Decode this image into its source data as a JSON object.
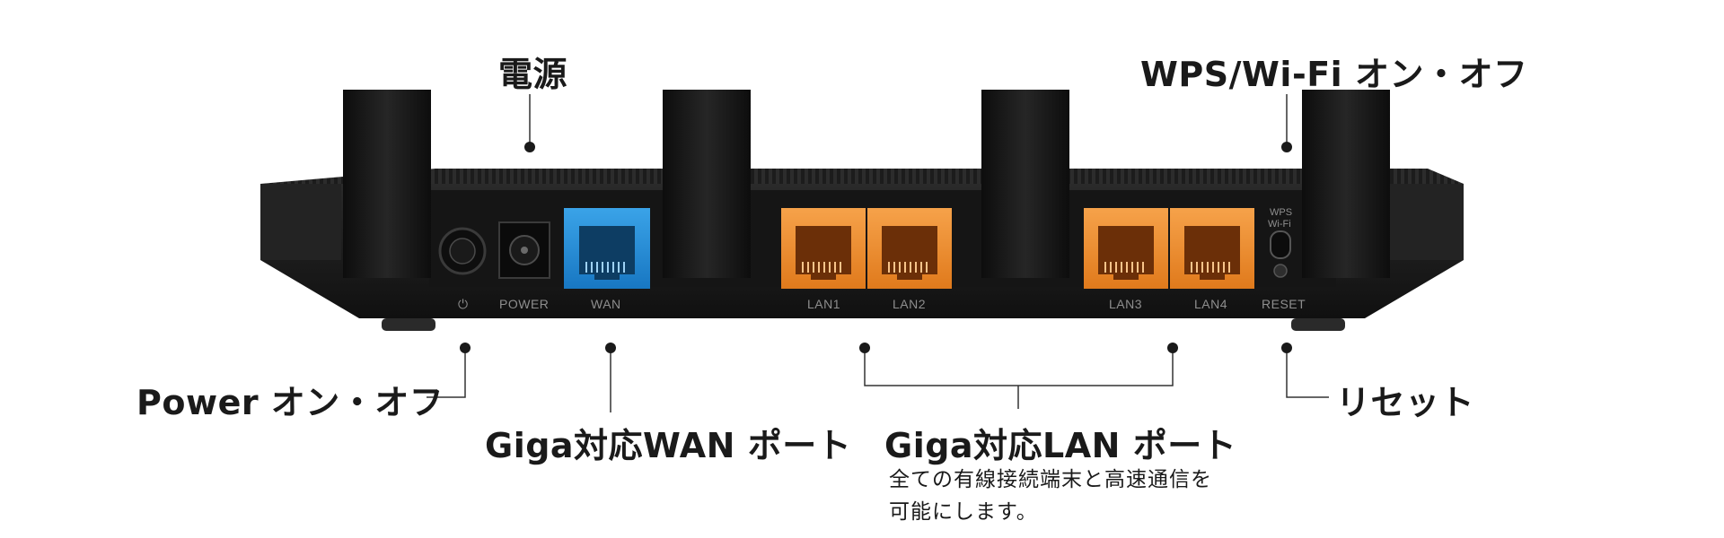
{
  "callouts": {
    "power_source": "電源",
    "wps_wifi": "WPS/Wi-Fi オン・オフ",
    "power_onoff": "Power オン・オフ",
    "reset": "リセット",
    "wan_port": "Giga対応WAN ポート",
    "lan_port": "Giga対応LAN ポート",
    "lan_note_line1": "全ての有線接続端末と高速通信を",
    "lan_note_line2": "可能にします。"
  },
  "router_labels": {
    "power_symbol": "⏻",
    "power": "POWER",
    "wan": "WAN",
    "lan1": "LAN1",
    "lan2": "LAN2",
    "lan3": "LAN3",
    "lan4": "LAN4",
    "reset": "RESET",
    "wps": "WPS",
    "wifi": "Wi-Fi"
  },
  "colors": {
    "wan_port": "#1f8fd6",
    "lan_port": "#f08a2a",
    "router_body": "#1b1b1b",
    "callout_line": "#333333"
  }
}
